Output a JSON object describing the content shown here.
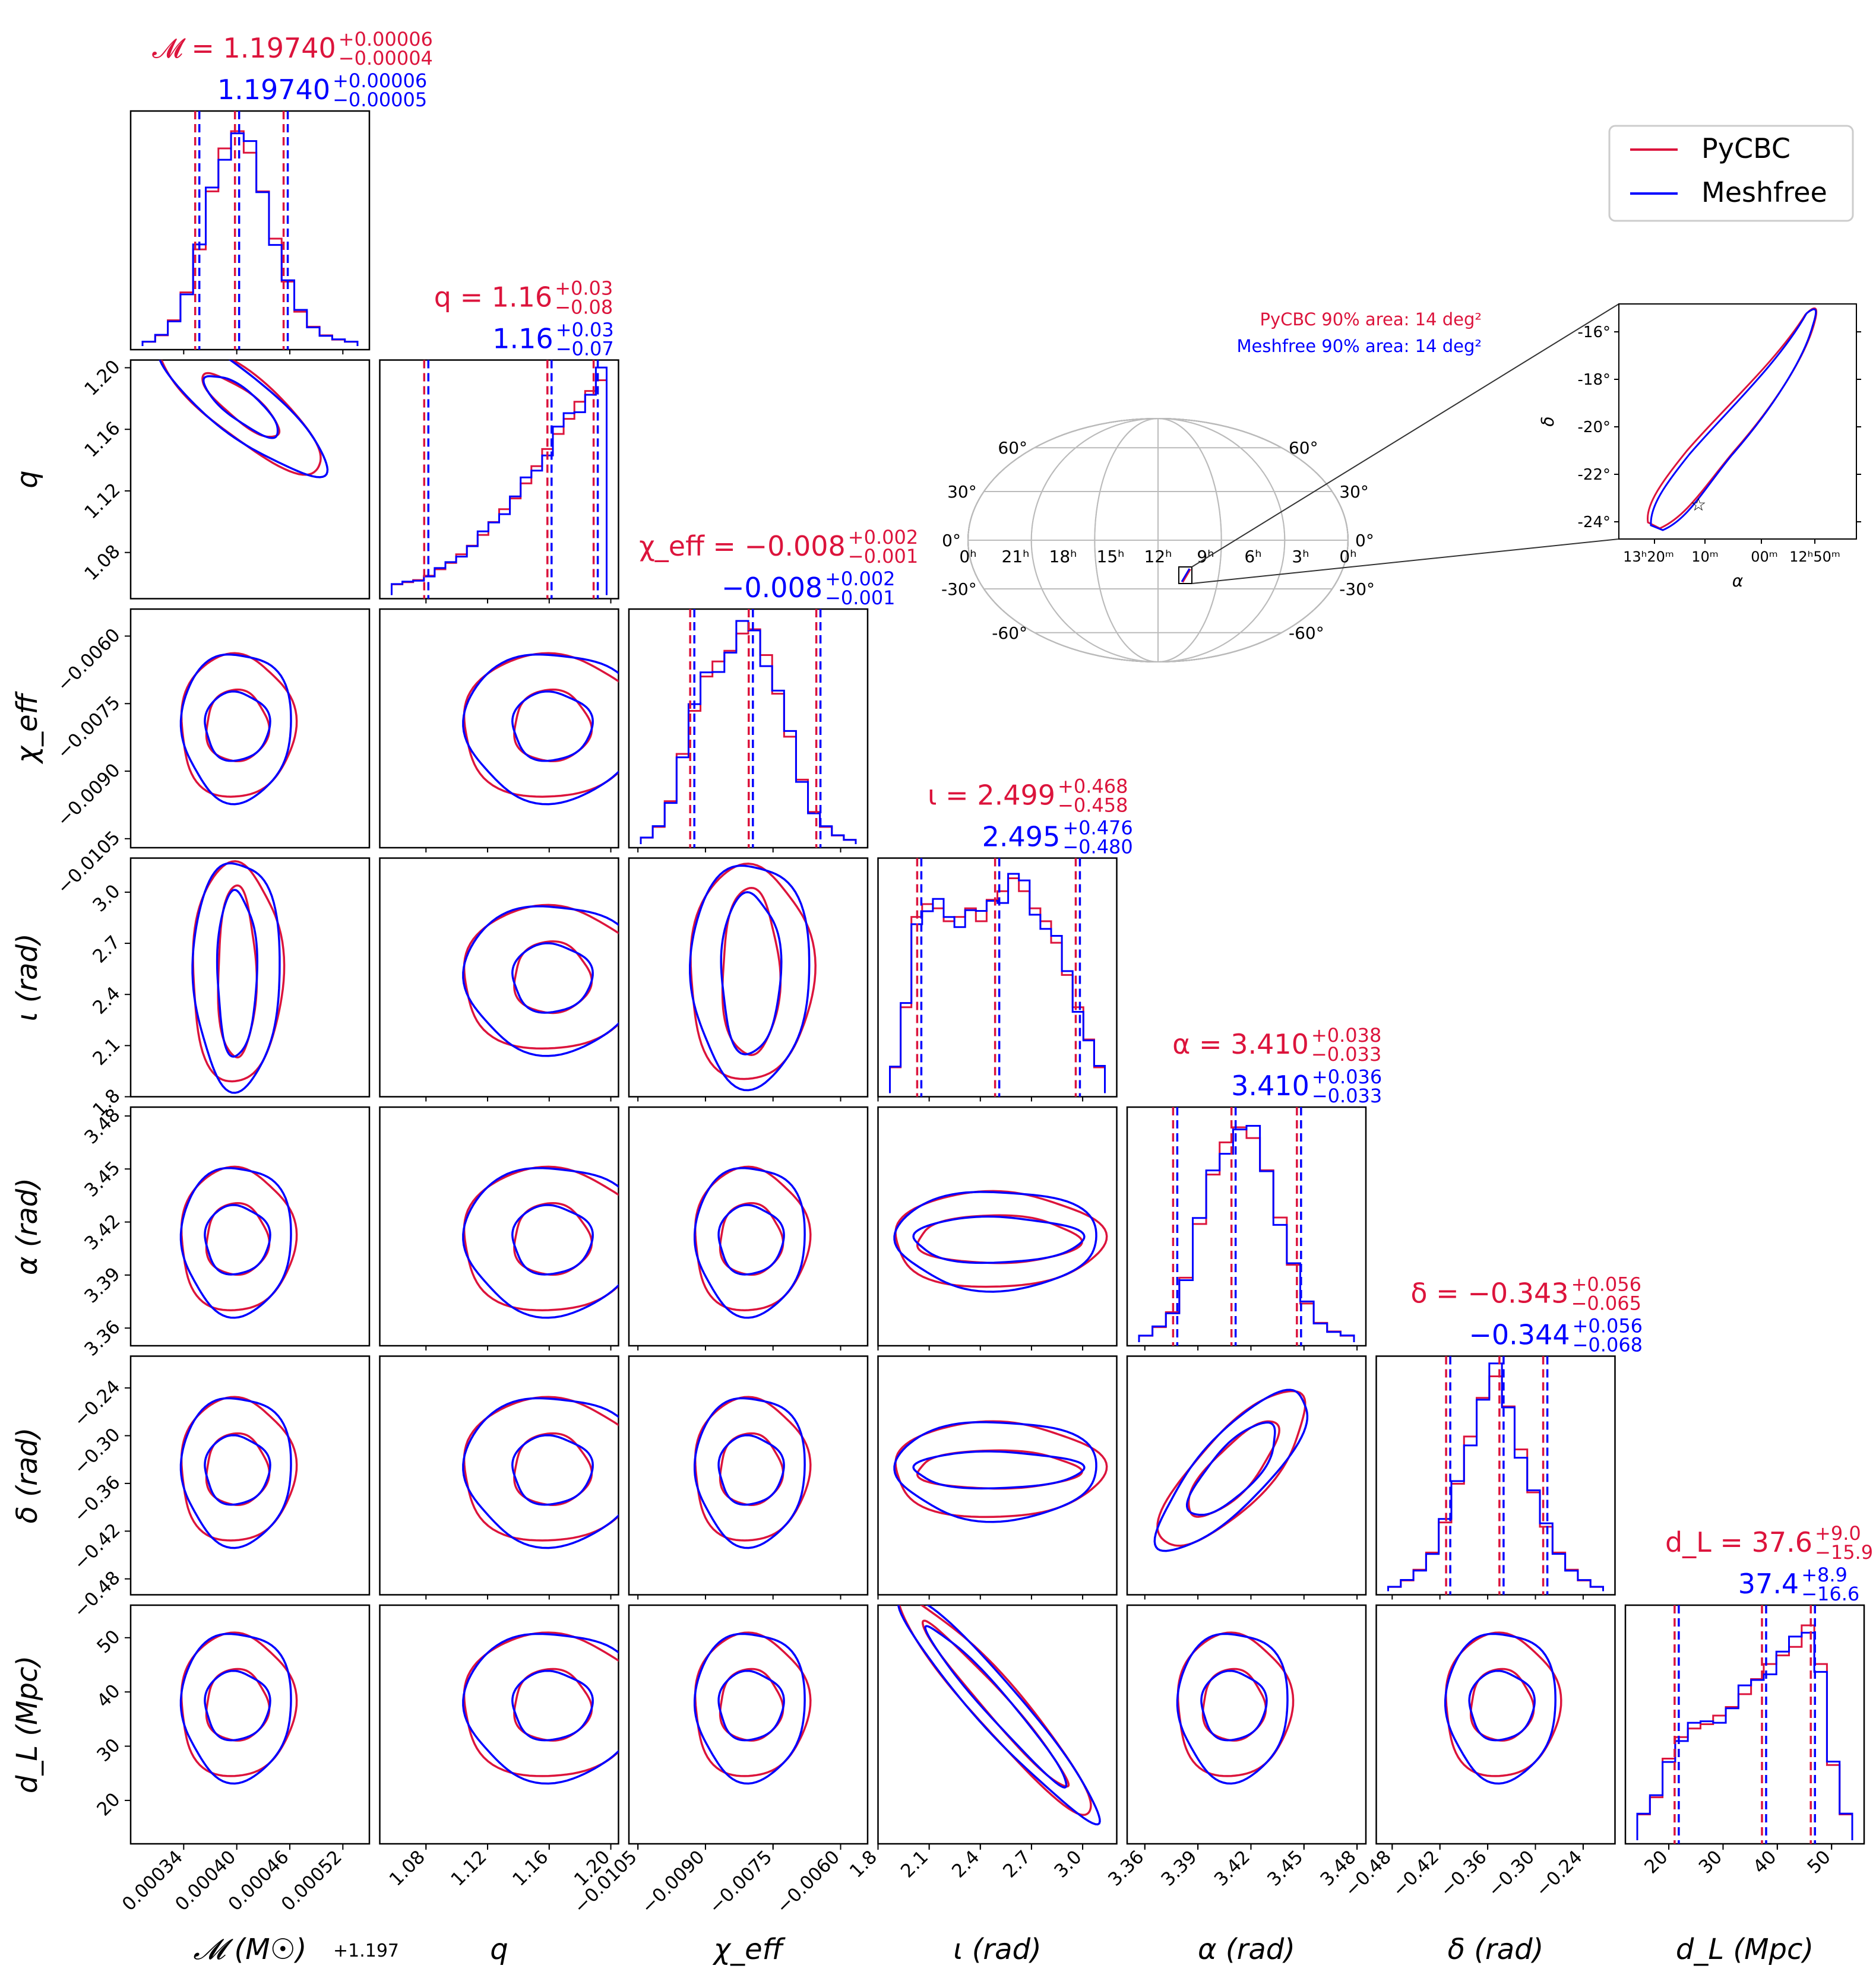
{
  "colors": {
    "pycbc": "#dc143c",
    "meshfree": "#0000ff"
  },
  "legend": {
    "items": [
      {
        "label": "PyCBC",
        "color": "#dc143c"
      },
      {
        "label": "Meshfree",
        "color": "#0000ff"
      }
    ]
  },
  "skymap": {
    "area_pycbc": "PyCBC 90% area: 14 deg²",
    "area_meshfree": "Meshfree 90% area: 14 deg²",
    "lat_labels_left": [
      "60°",
      "30°",
      "0°",
      "-30°",
      "-60°"
    ],
    "lat_labels_right": [
      "60°",
      "30°",
      "0°",
      "-30°",
      "-60°"
    ],
    "ra_labels": [
      "0ʰ",
      "21ʰ",
      "18ʰ",
      "15ʰ",
      "12ʰ",
      "9ʰ",
      "6ʰ",
      "3ʰ",
      "0ʰ"
    ],
    "inset": {
      "xlabel": "α",
      "ylabel": "δ",
      "xticks": [
        "13ʰ20ᵐ",
        "10ᵐ",
        "00ᵐ",
        "12ʰ50ᵐ"
      ],
      "yticks": [
        "-16°",
        "-18°",
        "-20°",
        "-22°",
        "-24°"
      ],
      "ylim": [
        -25,
        -15
      ]
    }
  },
  "chart_data": {
    "type": "corner",
    "parameters": [
      {
        "key": "mchirp",
        "axis_label": "𝓜 (M☉)",
        "offset": "+1.197",
        "ticks": [
          "0.00034",
          "0.00040",
          "0.00046",
          "0.00052"
        ],
        "range": [
          0.00028,
          0.00055
        ],
        "title_pycbc": {
          "main": "𝓜 = 1.19740",
          "plus": "+0.00006",
          "minus": "−0.00004"
        },
        "title_meshfree": {
          "main": "1.19740",
          "plus": "+0.00006",
          "minus": "−0.00005"
        },
        "median": 0.0004,
        "lo": 0.000355,
        "hi": 0.000455
      },
      {
        "key": "q",
        "axis_label": "q",
        "ticks": [
          "1.08",
          "1.12",
          "1.16",
          "1.20"
        ],
        "range": [
          1.05,
          1.205
        ],
        "title_pycbc": {
          "main": "q = 1.16",
          "plus": "+0.03",
          "minus": "−0.08"
        },
        "title_meshfree": {
          "main": "1.16",
          "plus": "+0.03",
          "minus": "−0.07"
        },
        "median": 1.16,
        "lo": 1.08,
        "hi": 1.19
      },
      {
        "key": "chi_eff",
        "axis_label": "χ_eff",
        "ticks": [
          "−0.0105",
          "−0.0090",
          "−0.0075",
          "−0.0060"
        ],
        "range": [
          -0.0107,
          -0.0054
        ],
        "title_pycbc": {
          "main": "χ_eff = −0.008",
          "plus": "+0.002",
          "minus": "−0.001"
        },
        "title_meshfree": {
          "main": "−0.008",
          "plus": "+0.002",
          "minus": "−0.001"
        },
        "median": -0.008,
        "lo": -0.0093,
        "hi": -0.0065
      },
      {
        "key": "iota",
        "axis_label": "ι (rad)",
        "ticks": [
          "1.8",
          "2.1",
          "2.4",
          "2.7",
          "3.0"
        ],
        "range": [
          1.8,
          3.2
        ],
        "title_pycbc": {
          "main": "ι = 2.499",
          "plus": "+0.468",
          "minus": "−0.458"
        },
        "title_meshfree": {
          "main": "2.495",
          "plus": "+0.476",
          "minus": "−0.480"
        },
        "median": 2.497,
        "lo": 2.04,
        "hi": 2.97
      },
      {
        "key": "alpha",
        "axis_label": "α (rad)",
        "ticks": [
          "3.36",
          "3.39",
          "3.42",
          "3.45",
          "3.48"
        ],
        "range": [
          3.35,
          3.485
        ],
        "title_pycbc": {
          "main": "α = 3.410",
          "plus": "+0.038",
          "minus": "−0.033"
        },
        "title_meshfree": {
          "main": "3.410",
          "plus": "+0.036",
          "minus": "−0.033"
        },
        "median": 3.41,
        "lo": 3.377,
        "hi": 3.447
      },
      {
        "key": "delta",
        "axis_label": "δ (rad)",
        "ticks": [
          "−0.48",
          "−0.42",
          "−0.36",
          "−0.30",
          "−0.24"
        ],
        "range": [
          -0.5,
          -0.2
        ],
        "title_pycbc": {
          "main": "δ = −0.343",
          "plus": "+0.056",
          "minus": "−0.065"
        },
        "title_meshfree": {
          "main": "−0.344",
          "plus": "+0.056",
          "minus": "−0.068"
        },
        "median": -0.343,
        "lo": -0.41,
        "hi": -0.288
      },
      {
        "key": "dL",
        "axis_label": "d_L (Mpc)",
        "ticks": [
          "20",
          "30",
          "40",
          "50"
        ],
        "range": [
          12,
          56
        ],
        "title_pycbc": {
          "main": "d_L = 37.6",
          "plus": "+9.0",
          "minus": "−15.9"
        },
        "title_meshfree": {
          "main": "37.4",
          "plus": "+8.9",
          "minus": "−16.6"
        },
        "median": 37.5,
        "lo": 21.4,
        "hi": 46.5
      }
    ],
    "row_ylabels": [
      "q",
      "χ_eff",
      "ι (rad)",
      "α (rad)",
      "δ (rad)",
      "d_L (Mpc)"
    ],
    "hist_shapes": {
      "mchirp": [
        0.02,
        0.05,
        0.12,
        0.25,
        0.45,
        0.72,
        0.92,
        1.0,
        0.9,
        0.72,
        0.5,
        0.3,
        0.16,
        0.09,
        0.05,
        0.03,
        0.02
      ],
      "q": [
        0.05,
        0.06,
        0.07,
        0.09,
        0.12,
        0.15,
        0.19,
        0.23,
        0.28,
        0.34,
        0.4,
        0.45,
        0.52,
        0.6,
        0.68,
        0.75,
        0.82,
        0.9,
        0.95,
        1.0
      ],
      "chi_eff": [
        0.03,
        0.08,
        0.2,
        0.42,
        0.62,
        0.78,
        0.85,
        0.9,
        0.98,
        1.0,
        0.88,
        0.7,
        0.5,
        0.3,
        0.15,
        0.08,
        0.04,
        0.02
      ],
      "iota": [
        0.12,
        0.4,
        0.82,
        0.88,
        0.86,
        0.8,
        0.82,
        0.86,
        0.8,
        0.9,
        0.94,
        1.0,
        0.94,
        0.86,
        0.8,
        0.7,
        0.55,
        0.4,
        0.25,
        0.12
      ],
      "alpha": [
        0.03,
        0.07,
        0.14,
        0.3,
        0.55,
        0.78,
        0.93,
        1.0,
        0.95,
        0.8,
        0.58,
        0.36,
        0.18,
        0.09,
        0.05,
        0.03
      ],
      "delta": [
        0.02,
        0.05,
        0.1,
        0.18,
        0.32,
        0.5,
        0.72,
        0.9,
        1.0,
        0.86,
        0.66,
        0.46,
        0.3,
        0.18,
        0.1,
        0.05,
        0.02
      ],
      "dL": [
        0.12,
        0.2,
        0.38,
        0.48,
        0.52,
        0.54,
        0.58,
        0.62,
        0.68,
        0.75,
        0.82,
        0.86,
        0.9,
        1.0,
        0.82,
        0.35,
        0.12
      ]
    }
  }
}
